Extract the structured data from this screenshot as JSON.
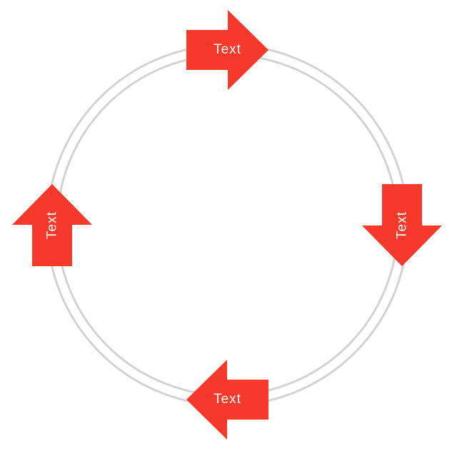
{
  "diagram": {
    "type": "circular-flow-cycle-diagram",
    "background_color": "#ffffff",
    "ring": {
      "color": "#d2d2d2",
      "stroke_width": "3"
    },
    "arrow_color": "#f6392b",
    "label_color": "#ffffff",
    "rotation_direction": "clockwise",
    "arrows": [
      {
        "position": "top",
        "direction": "right",
        "label": "Text"
      },
      {
        "position": "right",
        "direction": "down",
        "label": "Text"
      },
      {
        "position": "bottom",
        "direction": "left",
        "label": "Text"
      },
      {
        "position": "left",
        "direction": "up",
        "label": "Text"
      }
    ]
  }
}
